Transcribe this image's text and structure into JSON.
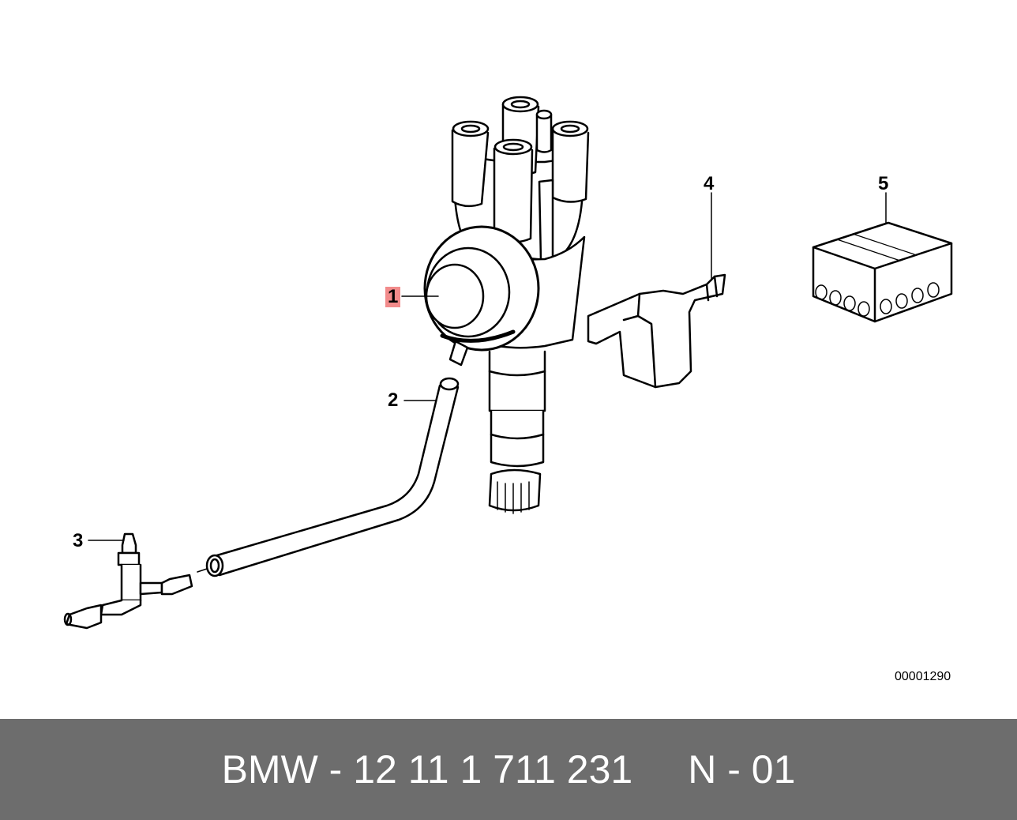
{
  "callouts": {
    "c1": "1",
    "c2": "2",
    "c3": "3",
    "c4": "4",
    "c5": "5"
  },
  "diagram_id": "00001290",
  "footer": {
    "part_number": "BMW - 12 11 1 711 231",
    "variant": "N - 01"
  },
  "colors": {
    "footer_bg": "#6d6d6d",
    "footer_text": "#ffffff",
    "highlight": "#f28b8b",
    "line": "#000000"
  },
  "icons": [
    "distributor-drawing",
    "vacuum-hose-drawing",
    "t-connector-drawing",
    "clip-bracket-drawing",
    "package-box-drawing"
  ]
}
